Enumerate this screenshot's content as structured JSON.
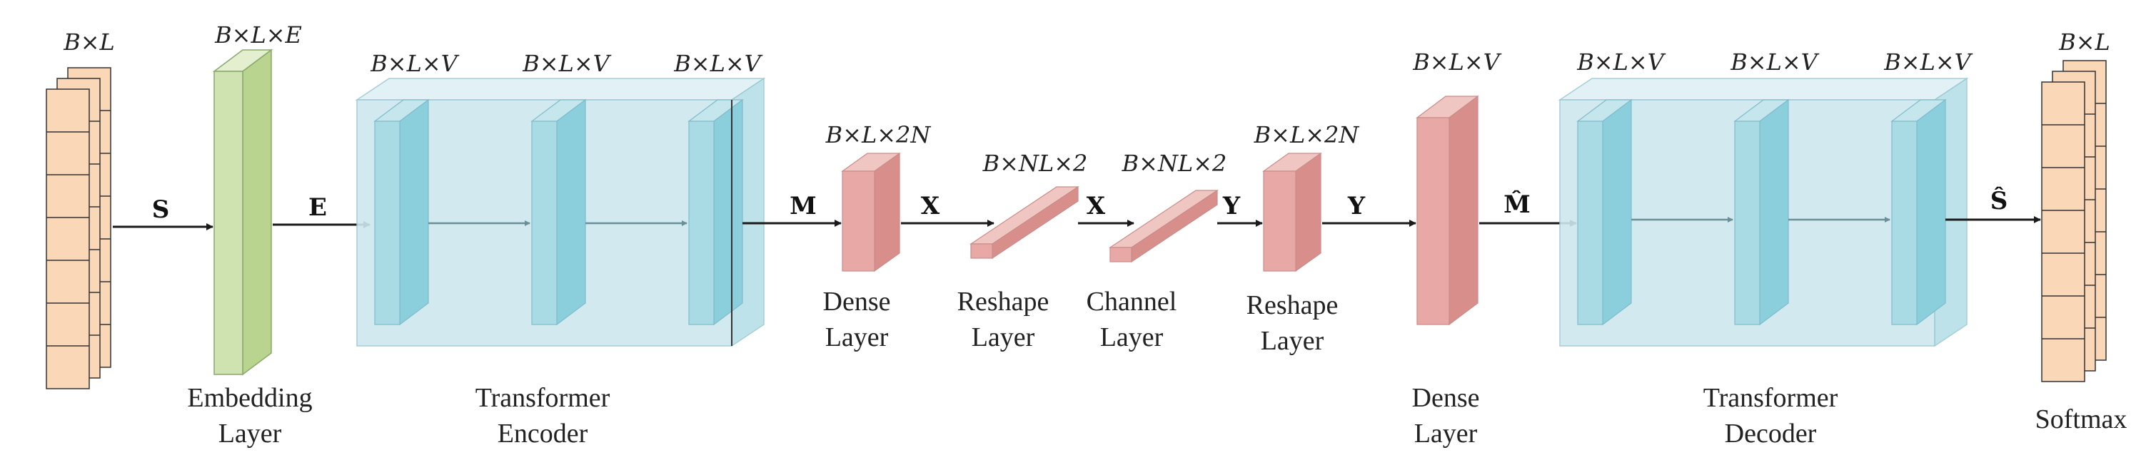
{
  "diagram": {
    "input_dim": "B×L",
    "output_dim": "B×L",
    "embedding": {
      "dim": "B×L×E",
      "caption": [
        "Embedding",
        "Layer"
      ]
    },
    "encoder": {
      "dims": [
        "B×L×V",
        "B×L×V",
        "B×L×V"
      ],
      "caption": [
        "Transformer",
        "Encoder"
      ]
    },
    "dense1": {
      "dim": "B×L×2N",
      "caption": [
        "Dense",
        "Layer"
      ]
    },
    "reshape1": {
      "dim": "B×NL×2",
      "caption": [
        "Reshape",
        "Layer"
      ]
    },
    "channel": {
      "dim": "B×NL×2",
      "caption": [
        "Channel",
        "Layer"
      ]
    },
    "reshape2": {
      "dim": "B×L×2N",
      "caption": [
        "Reshape",
        "Layer"
      ]
    },
    "dense2": {
      "dim": "B×L×V",
      "caption": [
        "Dense",
        "Layer"
      ]
    },
    "decoder": {
      "dims": [
        "B×L×V",
        "B×L×V",
        "B×L×V"
      ],
      "caption": [
        "Transformer",
        "Decoder"
      ]
    },
    "softmax": {
      "caption": "Softmax"
    },
    "symbols": {
      "s": "S",
      "e": "E",
      "m": "M",
      "x1": "X",
      "x2": "X",
      "y1": "Y",
      "y2": "Y",
      "m_hat": "M̂",
      "s_hat": "Ŝ"
    }
  },
  "colors": {
    "input_block": "#f9d7b7",
    "embedding": "#cfe3b0",
    "transformer_box": "#cde7ee",
    "transformer_layer": "#a9dbe4",
    "dense": "#e8a9a6",
    "arrow": "#1a1a1a"
  }
}
